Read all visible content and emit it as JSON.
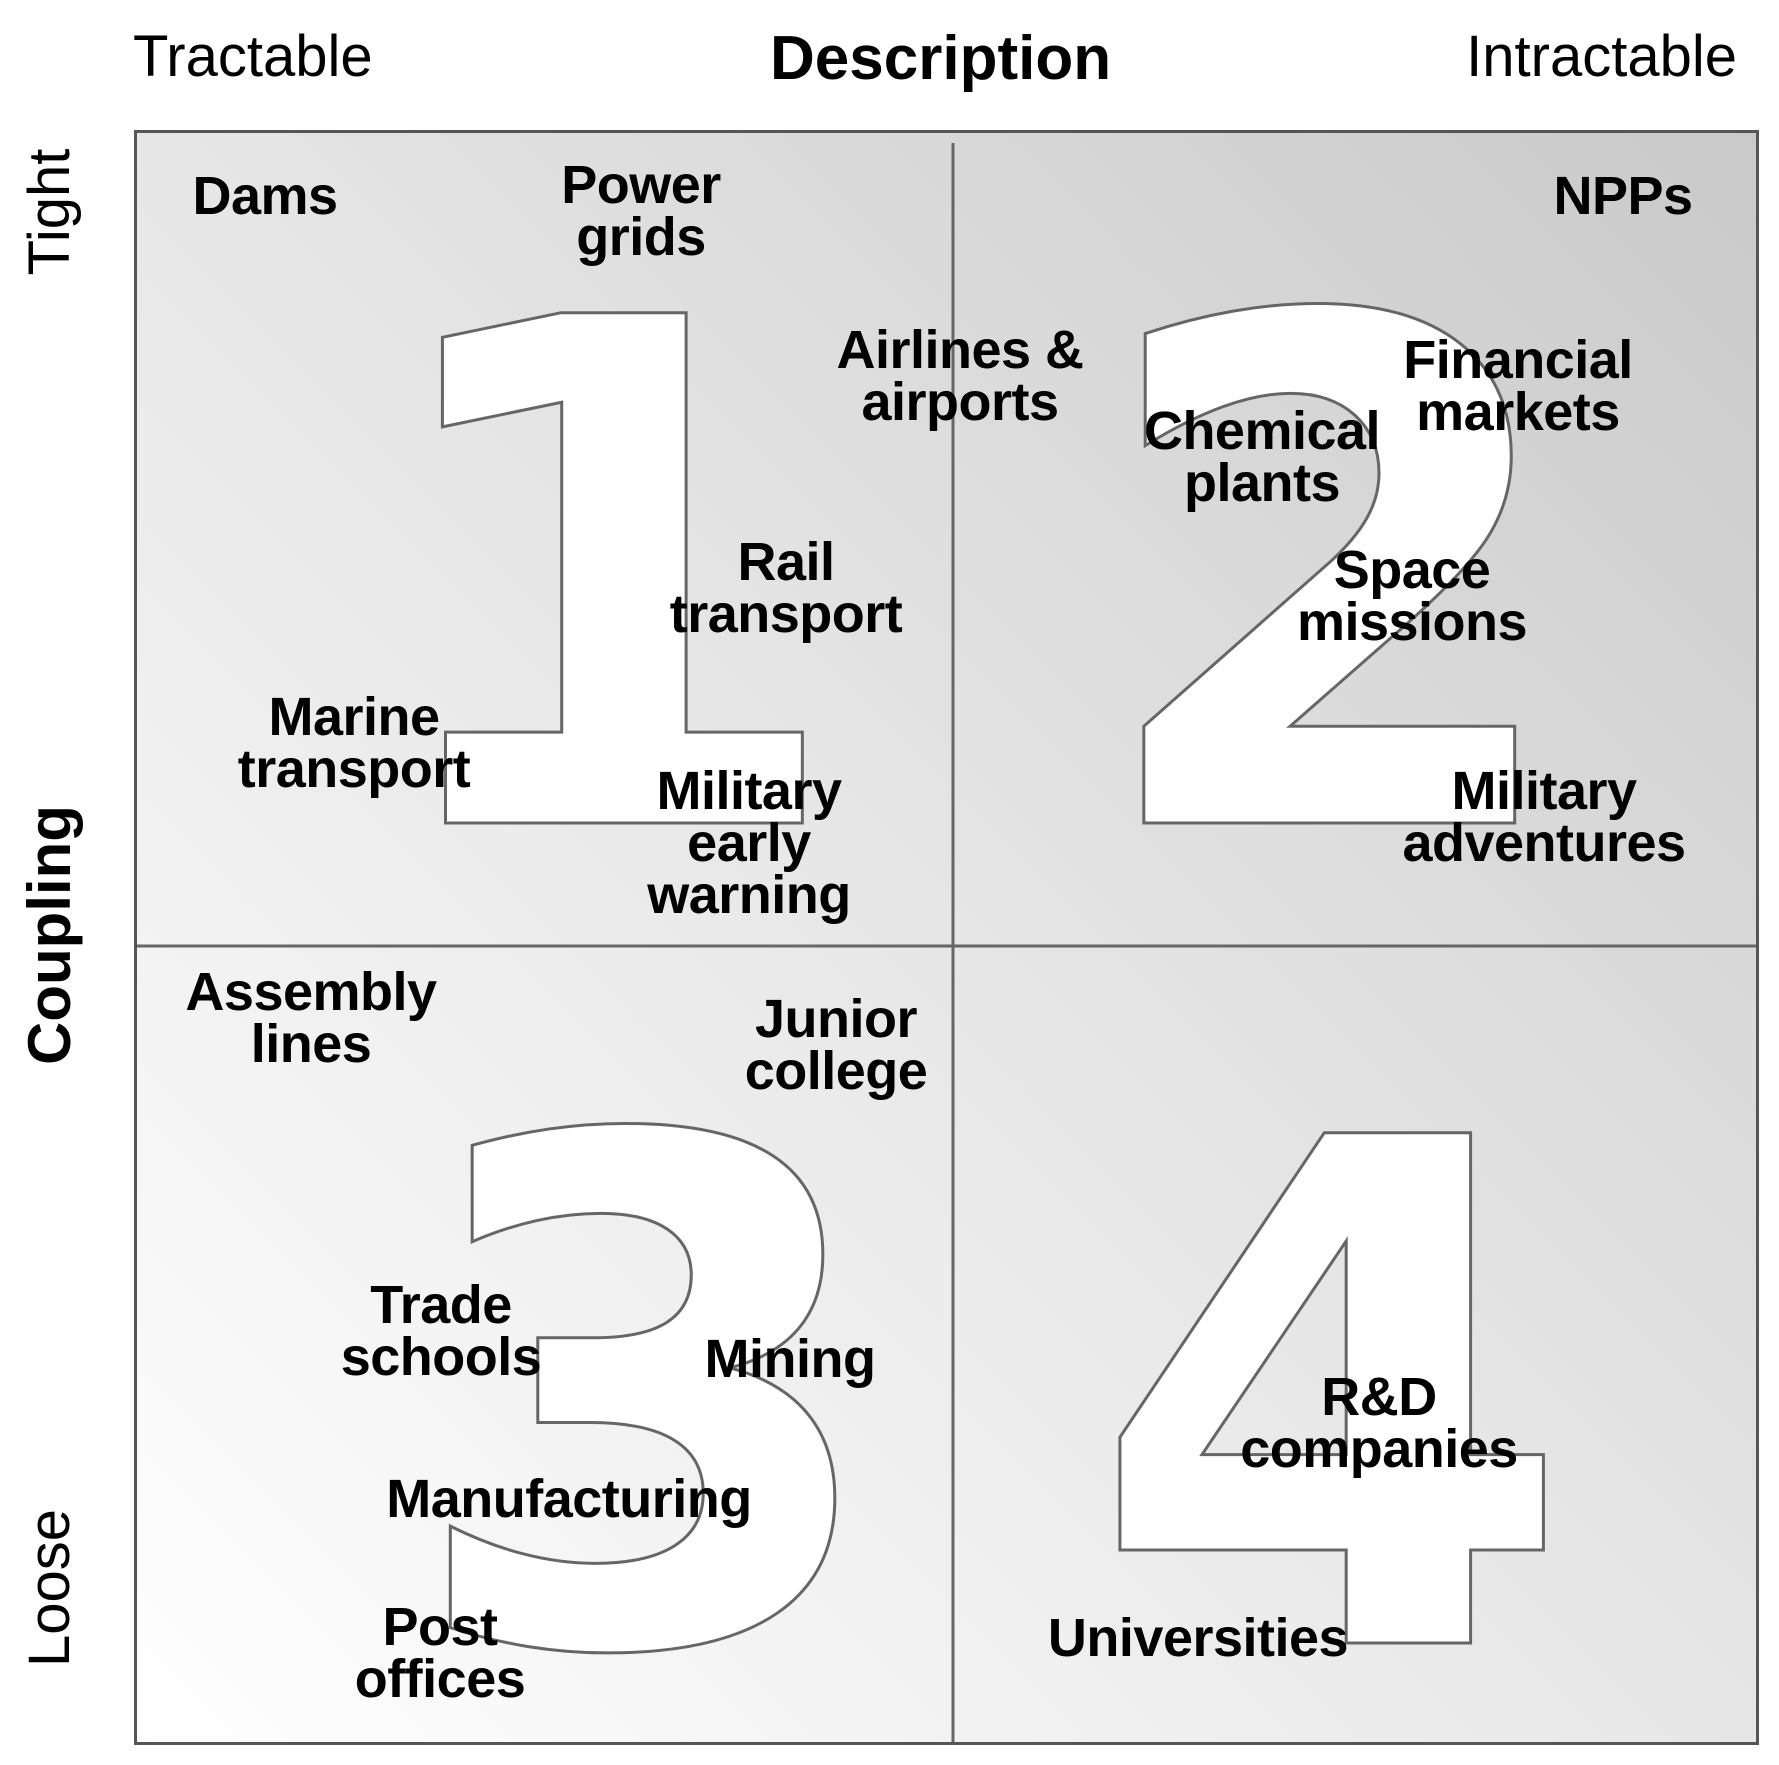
{
  "header": {
    "left": "Tractable",
    "center": "Description",
    "right": "Intractable"
  },
  "axis": {
    "top": "Tight",
    "middle": "Coupling",
    "bottom": "Loose"
  },
  "colors": {
    "outline": "#555555",
    "text": "#000000",
    "numeral_fill": "#ffffff",
    "numeral_stroke": "#666666"
  },
  "quadrants": [
    {
      "number": "1"
    },
    {
      "number": "2"
    },
    {
      "number": "3"
    },
    {
      "number": "4"
    }
  ],
  "items": {
    "dams": "Dams",
    "power_grids": "Power\ngrids",
    "npps": "NPPs",
    "airlines": "Airlines &\nairports",
    "financial": "Financial\nmarkets",
    "chemical": "Chemical\nplants",
    "rail": "Rail\ntransport",
    "space": "Space\nmissions",
    "marine": "Marine\ntransport",
    "military_warning": "Military\nearly\nwarning",
    "military_adventures": "Military\nadventures",
    "assembly": "Assembly\nlines",
    "junior_college": "Junior\ncollege",
    "trade_schools": "Trade\nschools",
    "mining": "Mining",
    "manufacturing": "Manufacturing",
    "post_offices": "Post\noffices",
    "rd_companies": "R&D\ncompanies",
    "universities": "Universities"
  }
}
